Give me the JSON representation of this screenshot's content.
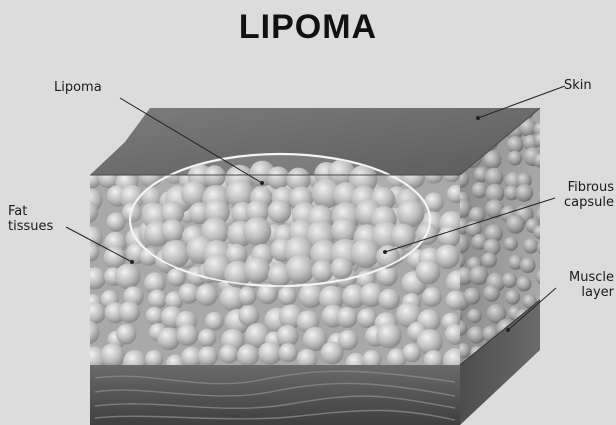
{
  "title": "LIPOMA",
  "labels": {
    "lipoma": "Lipoma",
    "skin": "Skin",
    "fibrous_capsule_line1": "Fibrous",
    "fibrous_capsule_line2": "capsule",
    "fat_tissues_line1": "Fat",
    "fat_tissues_line2": "tissues",
    "muscle_layer_line1": "Muscle",
    "muscle_layer_line2": "layer"
  },
  "colors": {
    "background": "#dcdcdc",
    "skin_top": "#6f6f6f",
    "fat_cell": "#bdbdbd",
    "muscle": "#5a5a5a",
    "leader_line": "#222222"
  }
}
